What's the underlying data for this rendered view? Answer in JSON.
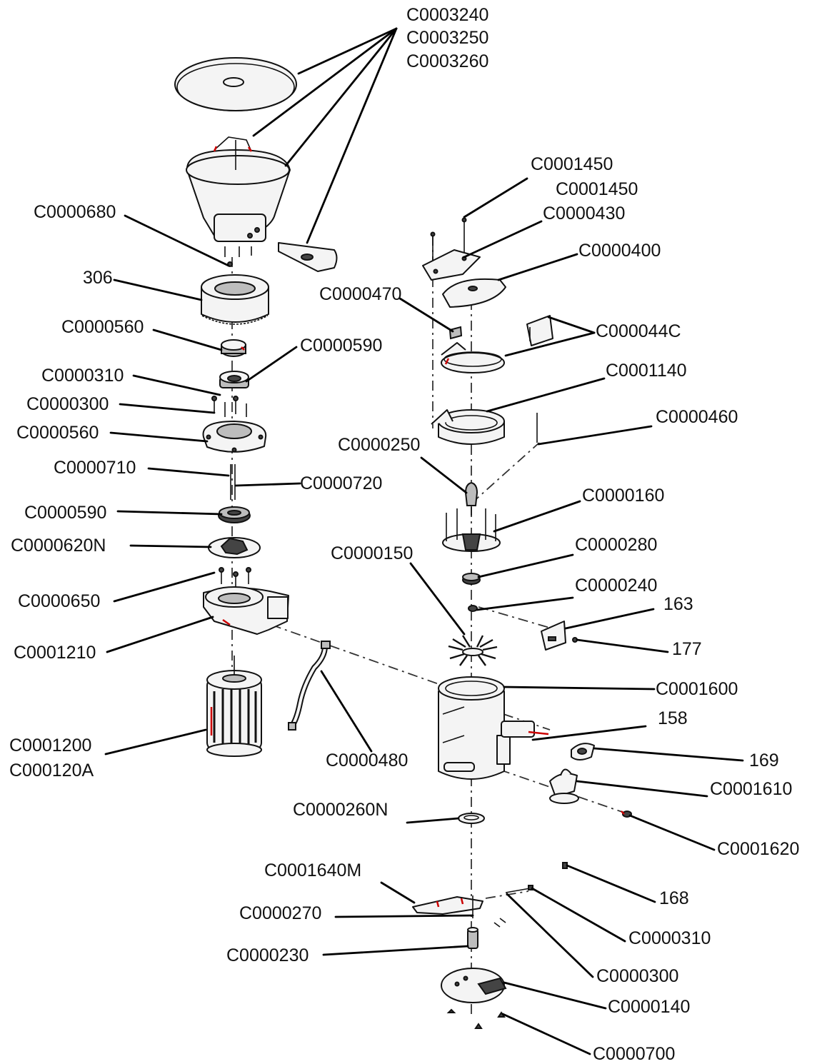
{
  "labels": {
    "c0003240": "C0003240",
    "c0003250": "C0003250",
    "c0003260": "C0003260",
    "c0000680": "C0000680",
    "l306": "306",
    "c0000560_a": "C0000560",
    "c0000590_a": "C0000590",
    "c0000310_a": "C0000310",
    "c0000300_a": "C0000300",
    "c0000560_b": "C0000560",
    "c0000710": "C0000710",
    "c0000720": "C0000720",
    "c0000590_b": "C0000590",
    "c0000620n": "C0000620N",
    "c0000650": "C0000650",
    "c0001210": "C0001210",
    "c0001200": "C0001200",
    "c000120a": "C000120A",
    "c0000480": "C0000480",
    "c0001450_a": "C0001450",
    "c0001450_b": "C0001450",
    "c0000430": "C0000430",
    "c0000400": "C0000400",
    "c0000470": "C0000470",
    "c000044c": "C000044C",
    "c0001140": "C0001140",
    "c0000460": "C0000460",
    "c0000250": "C0000250",
    "c0000160": "C0000160",
    "c0000150": "C0000150",
    "c0000280": "C0000280",
    "c0000240": "C0000240",
    "l163": "163",
    "l177": "177",
    "c0001600": "C0001600",
    "l158": "158",
    "l169": "169",
    "c0001610": "C0001610",
    "c0000260n": "C0000260N",
    "c0001620": "C0001620",
    "c0001640m": "C0001640M",
    "l168": "168",
    "c0000270": "C0000270",
    "c0000310_b": "C0000310",
    "c0000230": "C0000230",
    "c0000300_b": "C0000300",
    "c0000140": "C0000140",
    "c0000700": "C0000700"
  }
}
